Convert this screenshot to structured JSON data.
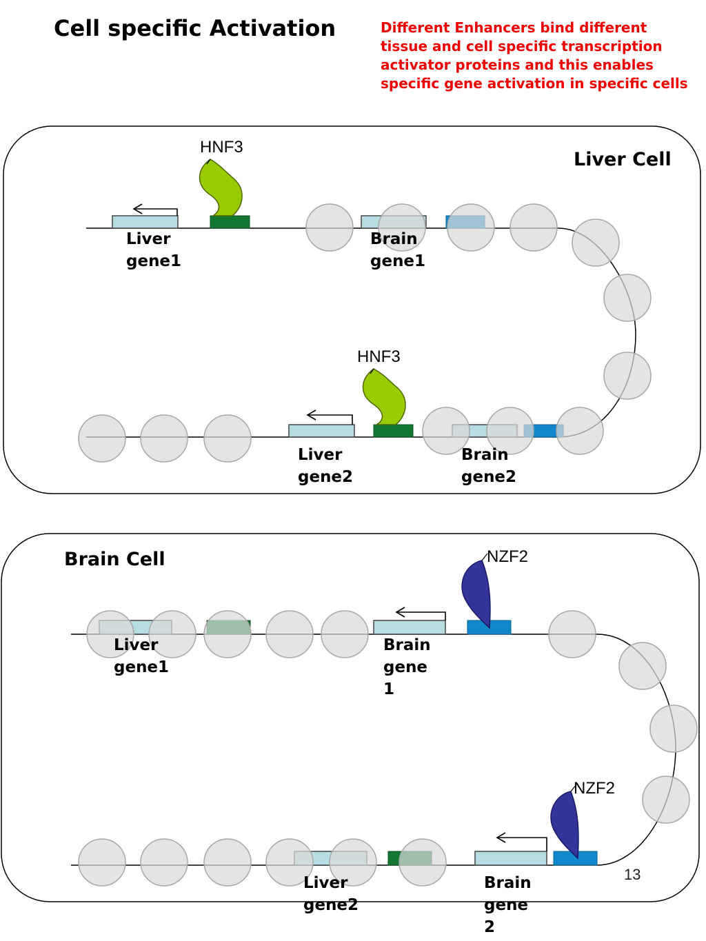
{
  "title": "Cell specific Activation",
  "note": [
    "Different Enhancers bind different",
    "tissue and cell specific transcription",
    "activator proteins and this enables",
    "specific gene activation in specific cells"
  ],
  "liver_panel": {
    "cell_label": "Liver Cell",
    "protein_1": "HNF3",
    "protein_2": "HNF3",
    "liver_gene1": [
      "Liver",
      "gene1"
    ],
    "brain_gene1": [
      "Brain",
      "gene1"
    ],
    "liver_gene2": [
      "Liver",
      "gene2"
    ],
    "brain_gene2": [
      "Brain",
      "gene2"
    ]
  },
  "brain_panel": {
    "cell_label": "Brain Cell",
    "protein_1": "NZF2",
    "protein_2": "NZF2",
    "liver_gene1": [
      "Liver",
      "gene1"
    ],
    "brain_gene1": [
      "Brain",
      "gene",
      "1"
    ],
    "liver_gene2": [
      "Liver",
      "gene2"
    ],
    "brain_gene2": [
      "Brain",
      "gene",
      "2"
    ]
  },
  "page_number": "13",
  "colors": {
    "note_text": "#ee0000",
    "liver_activator": "#99cc00",
    "brain_activator": "#333399",
    "liver_enhancer": "#117733",
    "brain_enhancer": "#1188cc",
    "gene_box": "#b7dde3",
    "nucleosome": "#d9d9d9"
  }
}
